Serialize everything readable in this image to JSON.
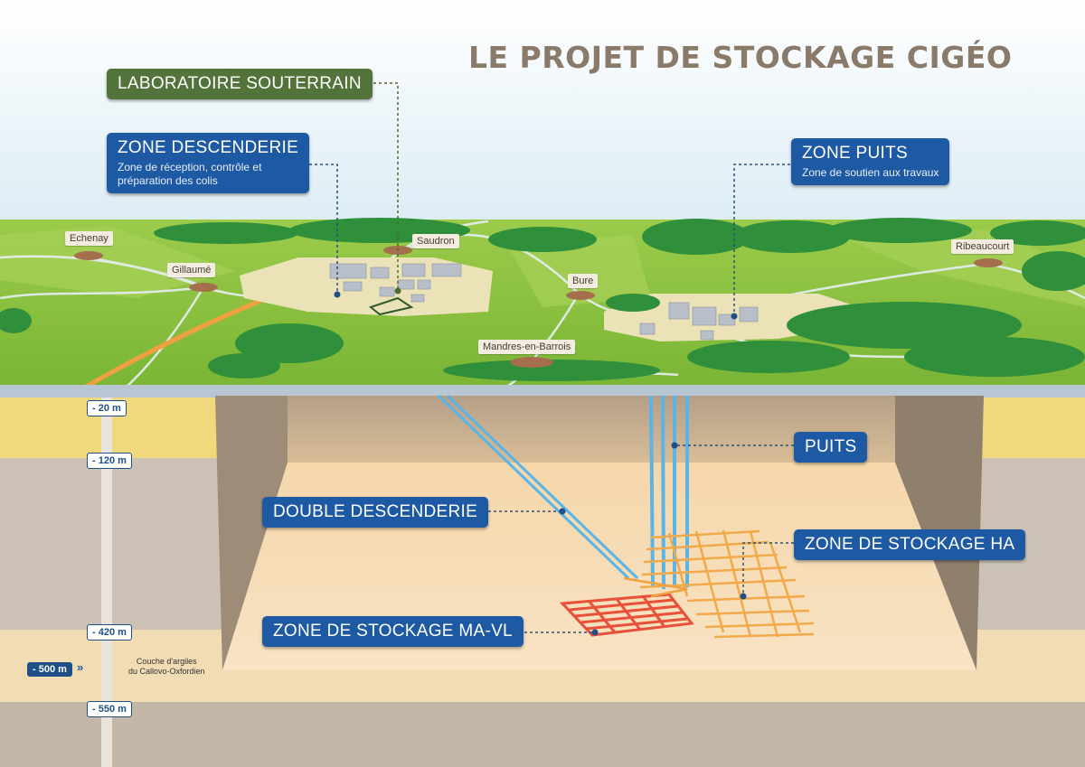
{
  "title": "LE PROJET DE STOCKAGE CIGÉO",
  "callouts": {
    "laboratoire": {
      "label": "LABORATOIRE SOUTERRAIN"
    },
    "zone_descenderie": {
      "label": "ZONE DESCENDERIE",
      "sub1": "Zone de réception, contrôle et",
      "sub2": "préparation des colis"
    },
    "zone_puits": {
      "label": "ZONE PUITS",
      "sub": "Zone de soutien aux travaux"
    },
    "puits": {
      "label": "PUITS"
    },
    "double_descenderie": {
      "label": "DOUBLE DESCENDERIE"
    },
    "stockage_ha": {
      "label": "ZONE DE STOCKAGE HA"
    },
    "stockage_mavl": {
      "label": "ZONE DE STOCKAGE MA-VL"
    }
  },
  "towns": [
    "Echenay",
    "Gillaumé",
    "Saudron",
    "Bure",
    "Ribeaucourt",
    "Mandres-en-Barrois"
  ],
  "depth_scale": {
    "marks": [
      "- 20 m",
      "- 120 m",
      "- 420 m",
      "- 550 m"
    ],
    "clay_depth": "- 500 m",
    "clay_label_1": "Couche d'argiles",
    "clay_label_2": "du Callovo-Oxfordien"
  },
  "colors": {
    "callout_blue": "#1e5aa3",
    "callout_green": "#52733a",
    "grass": "#86bf3e",
    "ha_zone": "#f0a43c",
    "mavl_zone": "#e8503a",
    "shafts": "#5ab4e6",
    "title": "#8a7a6a"
  }
}
